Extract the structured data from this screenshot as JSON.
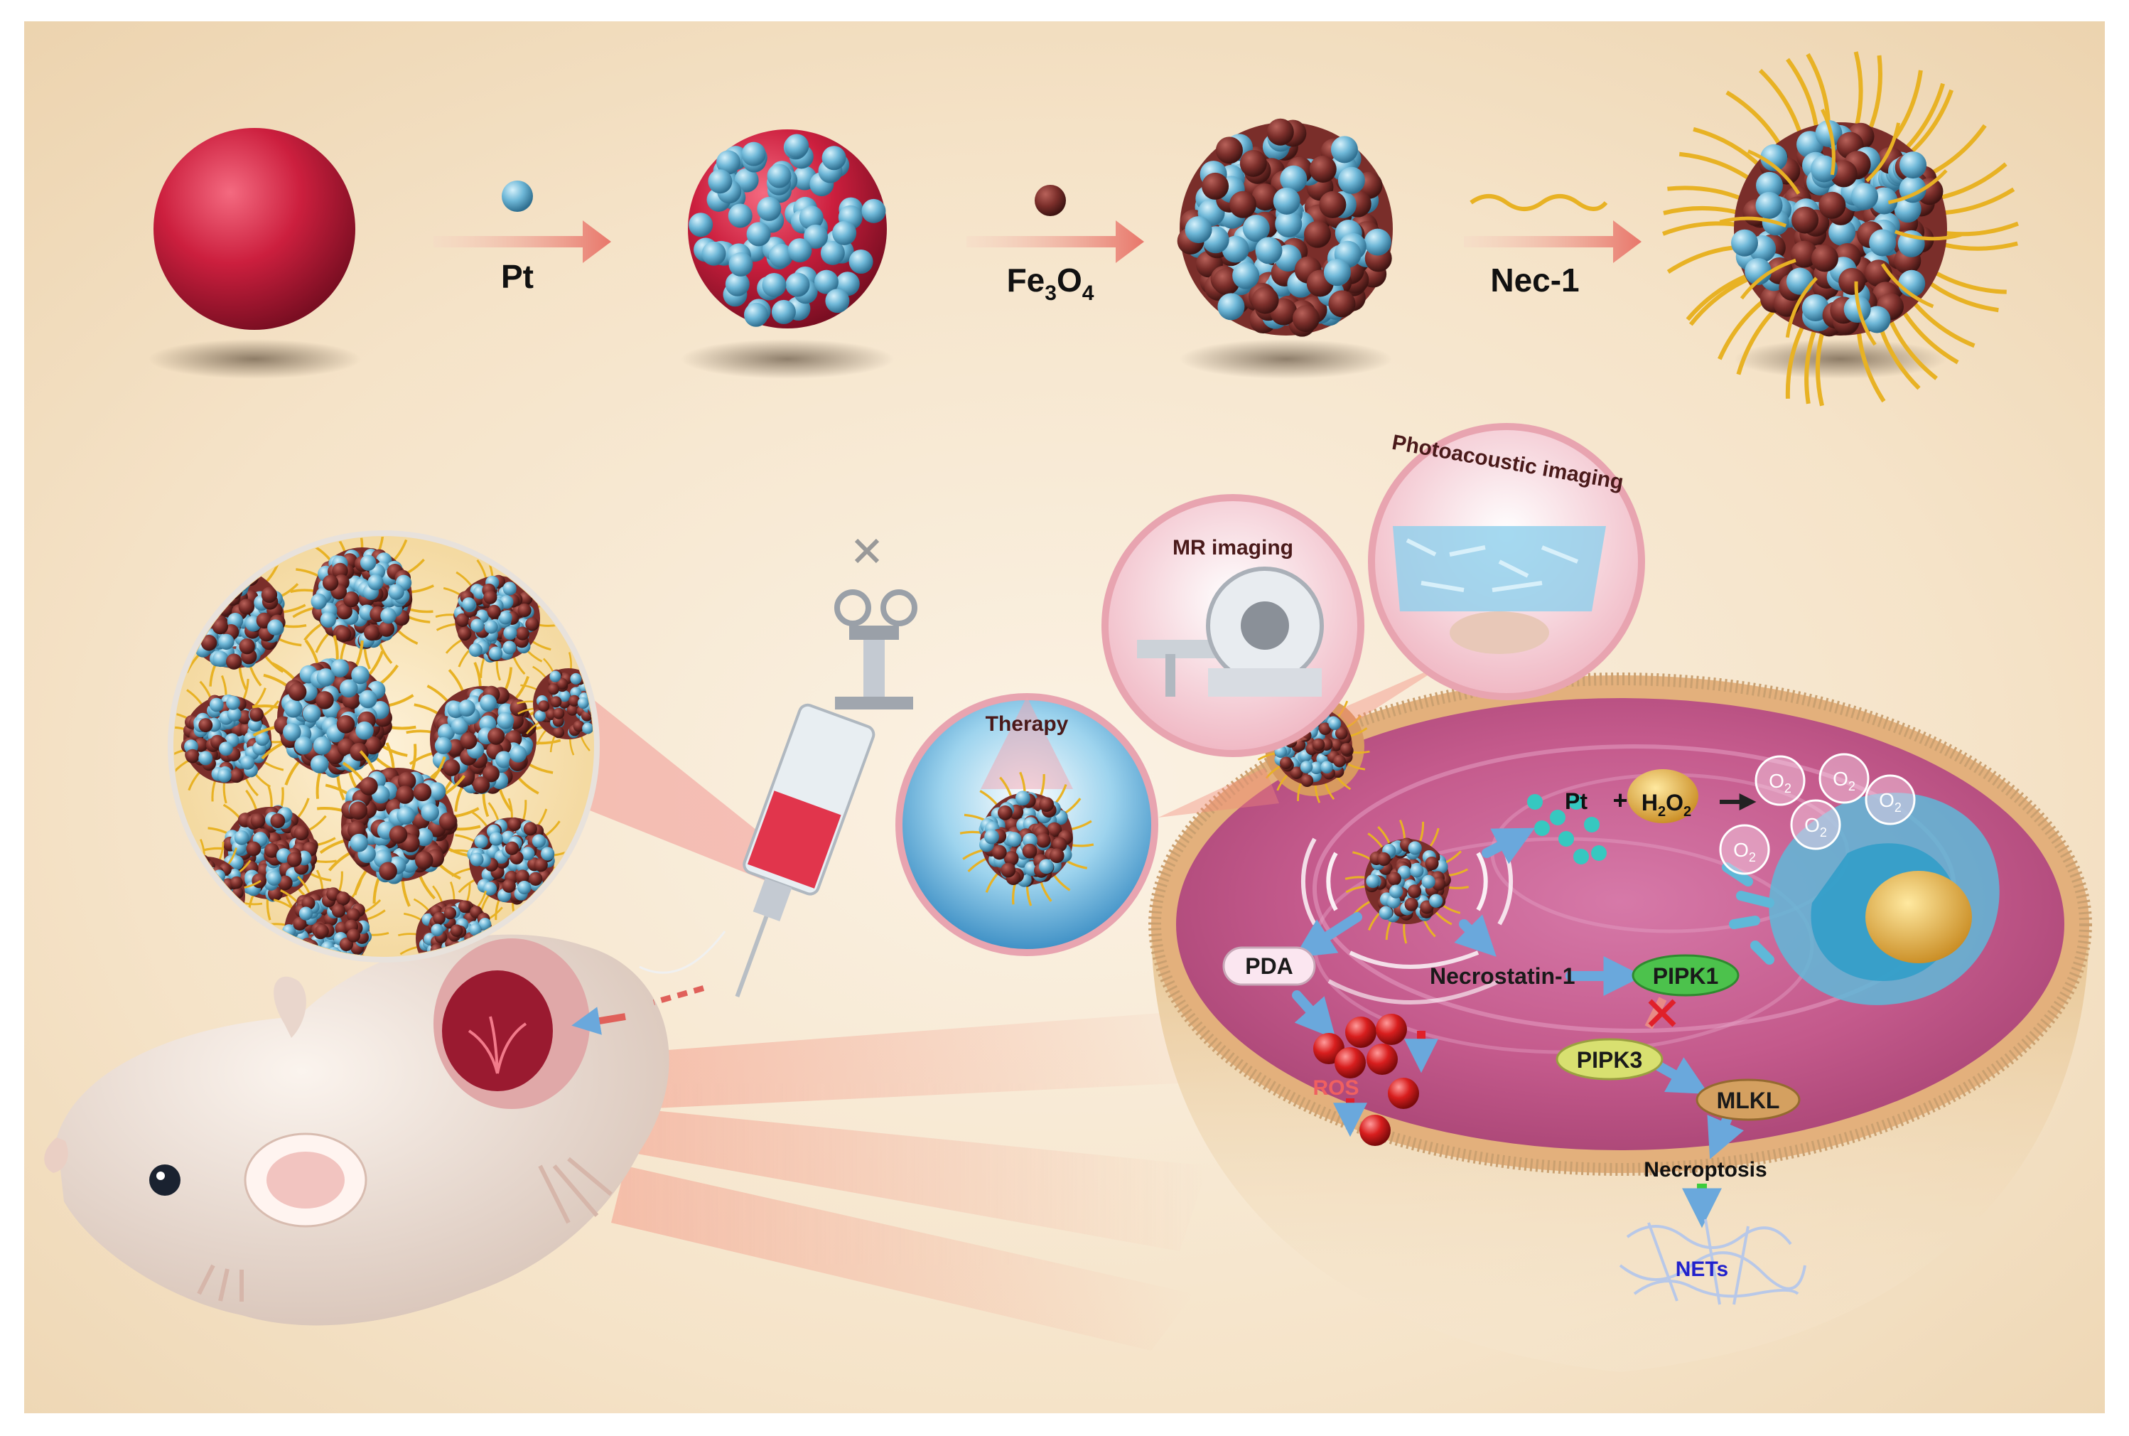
{
  "synthesis": {
    "step1_label": "Pt",
    "step2_label_main": "Fe",
    "step2_label_sub1": "3",
    "step2_label_o": "O",
    "step2_label_sub2": "4",
    "step3_label": "Nec-1"
  },
  "imaging": {
    "mr_label": "MR imaging",
    "pa_label": "Photoacoustic imaging",
    "therapy_label": "Therapy"
  },
  "cell": {
    "pt_label": "Pt",
    "plus": "+",
    "h2o2_h": "H",
    "h2o2_sub1": "2",
    "h2o2_o": "O",
    "h2o2_sub2": "2",
    "o2_o": "O",
    "o2_sub": "2",
    "pda_label": "PDA",
    "nec1_label": "Necrostatin-1",
    "pipk1_label": "PIPK1",
    "pipk3_label": "PIPK3",
    "mlkl_label": "MLKL",
    "ros_label": "ROS",
    "necroptosis_label": "Necroptosis",
    "nets_label": "NETs"
  },
  "colors": {
    "core_red": "#c81e3c",
    "pt_blue": "#6fb8d8",
    "fe_brown": "#7a2e2a",
    "ligand_gold": "#e8b224",
    "cell_pink": "#c8588a",
    "membrane_gold": "#d8a866",
    "pipk1_green": "#4cc24c",
    "pipk3_yellow": "#d8e070",
    "mlkl_tan": "#d4a060",
    "nets_text": "#2222cc"
  }
}
